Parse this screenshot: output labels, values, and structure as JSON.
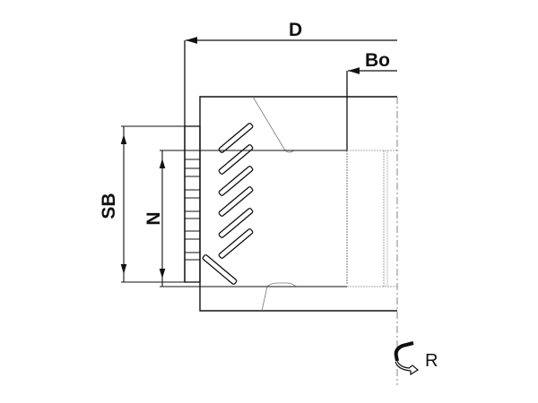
{
  "labels": {
    "D": "D",
    "Bo": "Bo",
    "SB": "SB",
    "N": "N",
    "R": "R"
  },
  "icons": {
    "rotation": "rotation-arrow-icon"
  }
}
